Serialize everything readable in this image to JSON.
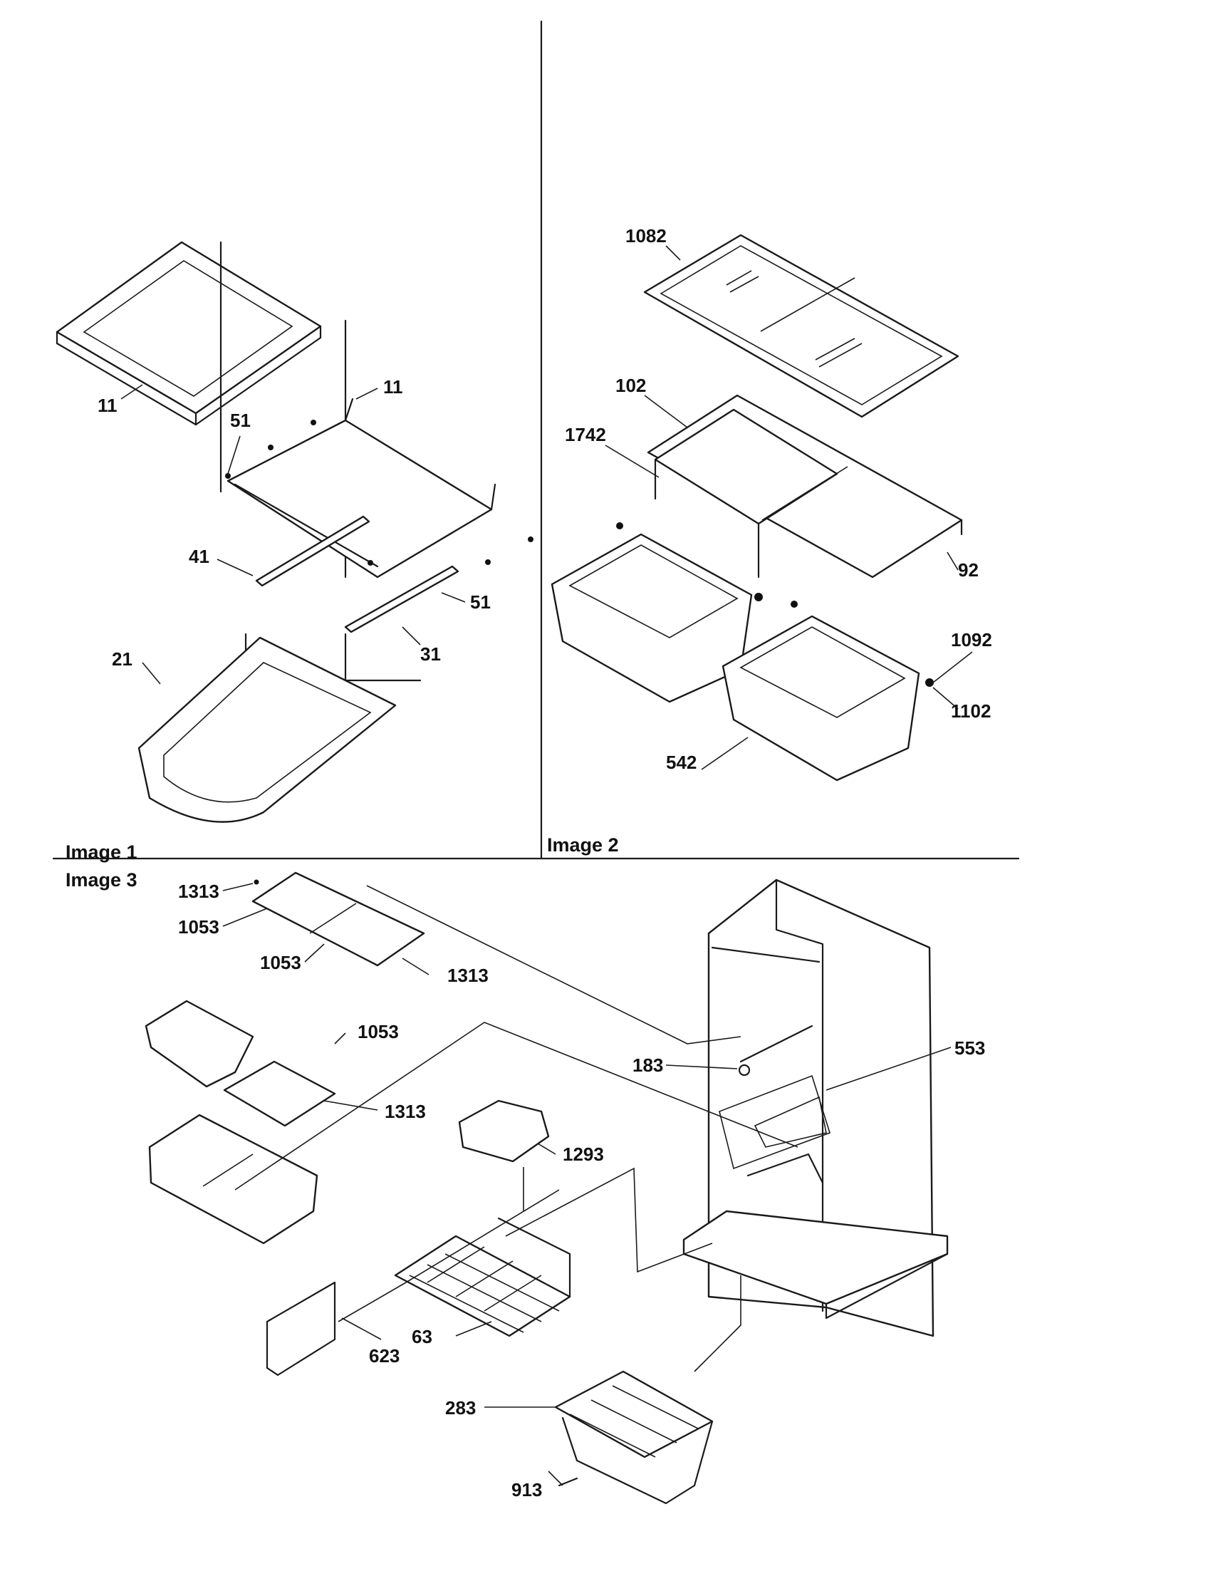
{
  "sections": [
    {
      "id": "image1",
      "title": "Image 1"
    },
    {
      "id": "image2",
      "title": "Image 2"
    },
    {
      "id": "image3",
      "title": "Image 3"
    }
  ],
  "callouts": {
    "image1": [
      "11",
      "11",
      "51",
      "41",
      "51",
      "31",
      "21"
    ],
    "image2": [
      "1082",
      "102",
      "1742",
      "92",
      "1092",
      "1102",
      "542"
    ],
    "image3": [
      "1313",
      "1053",
      "1053",
      "1313",
      "1053",
      "1313",
      "183",
      "553",
      "1293",
      "623",
      "63",
      "283",
      "913"
    ]
  }
}
